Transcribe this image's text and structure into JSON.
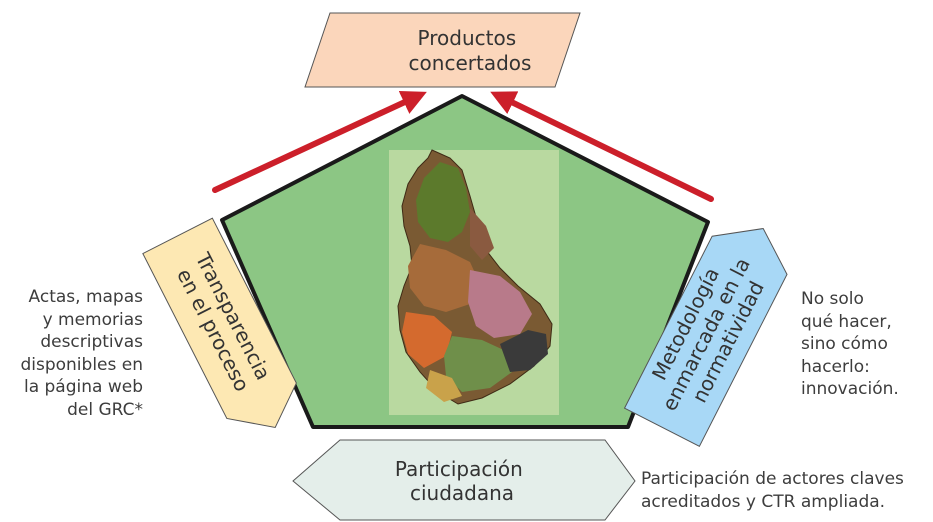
{
  "top_box": {
    "lines": [
      "Productos",
      "concertados"
    ]
  },
  "left_arrow": {
    "lines": [
      "Transparencia",
      "en el proceso"
    ]
  },
  "right_arrow": {
    "lines": [
      "Metodología",
      "enmarcada en la",
      "normatividad"
    ]
  },
  "bottom_hexagon": {
    "lines": [
      "Participación",
      "ciudadana"
    ]
  },
  "notes": {
    "left": [
      "Actas, mapas",
      "y memorias",
      "descriptivas",
      "disponibles en",
      "la página web",
      "del GRC*"
    ],
    "right": [
      "No solo",
      "qué hacer,",
      "sino cómo",
      "hacerlo:",
      "innovación."
    ],
    "bottom": [
      "Participación de actores claves",
      "acreditados y CTR ampliada."
    ]
  },
  "colors": {
    "pentagon_fill": "#8cc684",
    "pentagon_stroke": "#1a1a1a",
    "top_box_fill": "#fbd6bb",
    "left_arrow_fill": "#fde8b3",
    "right_arrow_fill": "#a8d8f6",
    "bottom_hexagon_fill": "#e4eeea",
    "red_arrow": "#cc1f2a",
    "map_background": "#b9d9a0"
  }
}
